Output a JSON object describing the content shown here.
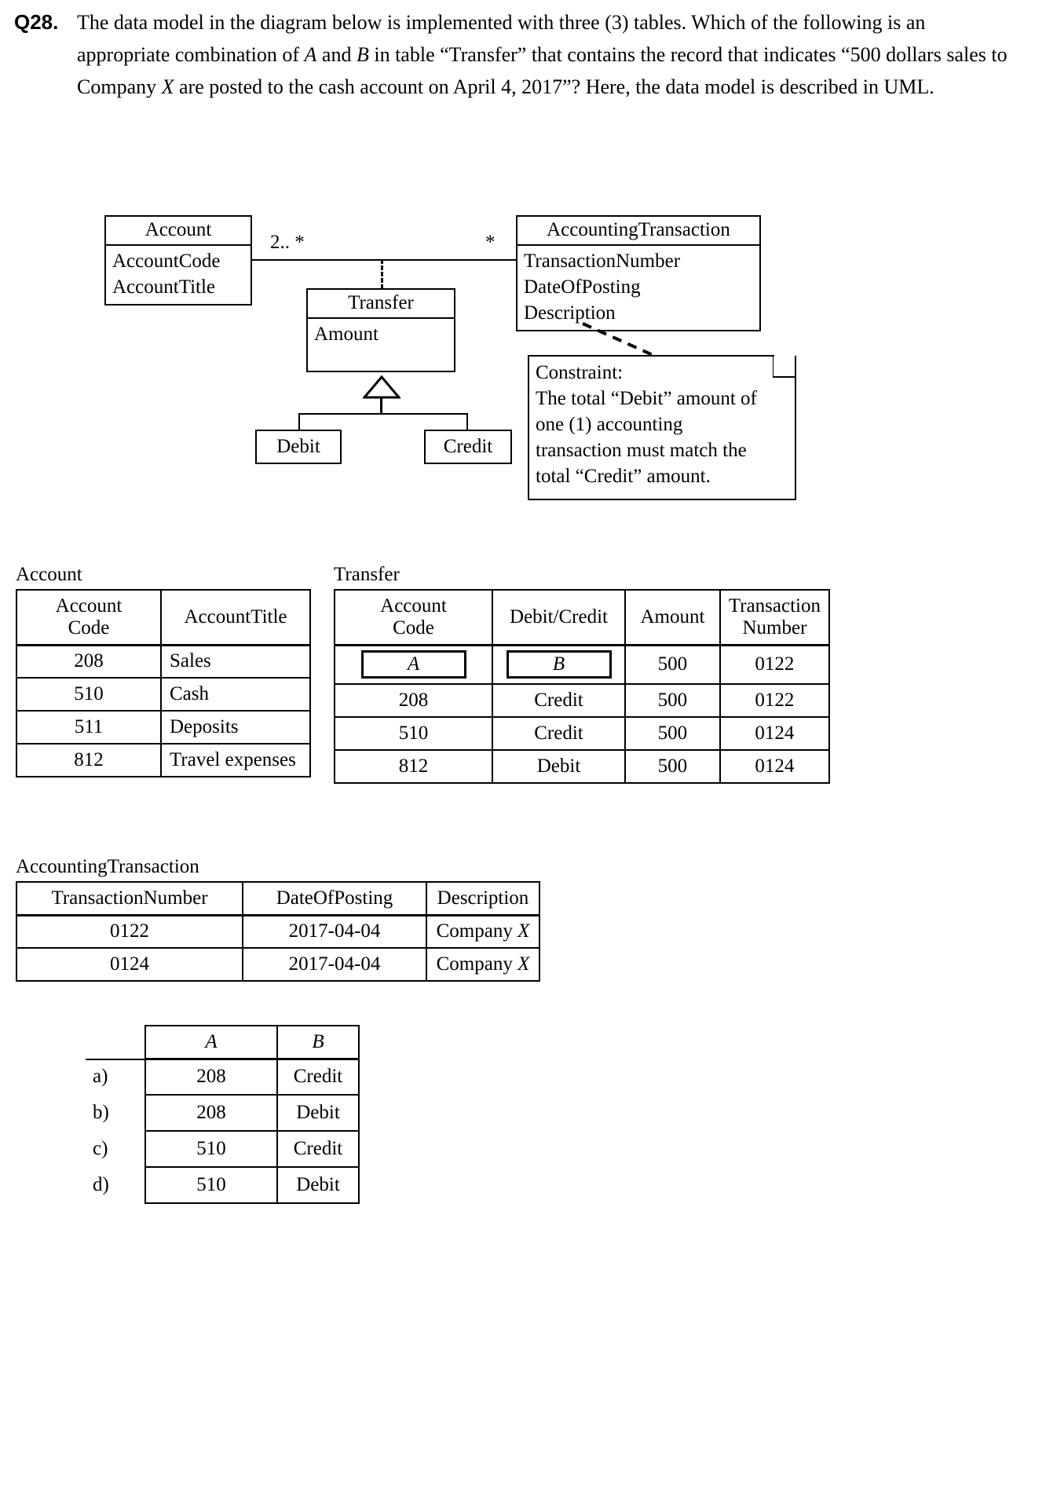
{
  "question": {
    "label": "Q28.",
    "line1_a": "The data model in the diagram below is implemented with three (3) tables. Which of the",
    "line2_a": "following is an appropriate combination of ",
    "line2_var1": "A",
    "line2_b": " and ",
    "line2_var2": "B",
    "line2_c": " in table “Transfer” that contains the",
    "line3_a": "record that indicates “500 dollars sales to Company ",
    "line3_var": "X",
    "line3_b": " are posted to the cash account on",
    "line4": "April 4, 2017”? Here, the data model is described in UML."
  },
  "uml": {
    "account": {
      "name": "Account",
      "attributes": [
        "AccountCode",
        "AccountTitle"
      ]
    },
    "transfer": {
      "name": "Transfer",
      "attributes": [
        "Amount"
      ]
    },
    "accounting_transaction": {
      "name": "AccountingTransaction",
      "attributes": [
        "TransactionNumber",
        "DateOfPosting",
        "Description"
      ]
    },
    "debit": {
      "name": "Debit"
    },
    "credit": {
      "name": "Credit"
    },
    "multiplicity_left": "2.. *",
    "multiplicity_right": "*",
    "note": {
      "line1": "Constraint:",
      "line2": " The total “Debit” amount of",
      "line3": "one (1) accounting",
      "line4": "transaction must match the",
      "line5": "total “Credit” amount."
    }
  },
  "tables": {
    "account": {
      "caption": "Account",
      "headers": [
        "Account\nCode",
        "AccountTitle"
      ],
      "header_line1": "Account",
      "header_line2": "Code",
      "header_title": "AccountTitle",
      "rows": [
        {
          "code": "208",
          "title": "Sales"
        },
        {
          "code": "510",
          "title": "Cash"
        },
        {
          "code": "511",
          "title": "Deposits"
        },
        {
          "code": "812",
          "title": "Travel expenses"
        }
      ]
    },
    "transfer": {
      "caption": "Transfer",
      "header_account_line1": "Account",
      "header_account_line2": "Code",
      "header_debit_credit": "Debit/Credit",
      "header_amount": "Amount",
      "header_txn_line1": "Transaction",
      "header_txn_line2": "Number",
      "rows": [
        {
          "code": "A",
          "code_is_var": true,
          "dc": "B",
          "dc_is_var": true,
          "amount": "500",
          "txn": "0122"
        },
        {
          "code": "208",
          "code_is_var": false,
          "dc": "Credit",
          "dc_is_var": false,
          "amount": "500",
          "txn": "0122"
        },
        {
          "code": "510",
          "code_is_var": false,
          "dc": "Credit",
          "dc_is_var": false,
          "amount": "500",
          "txn": "0124"
        },
        {
          "code": "812",
          "code_is_var": false,
          "dc": "Debit",
          "dc_is_var": false,
          "amount": "500",
          "txn": "0124"
        }
      ]
    },
    "accounting_transaction": {
      "caption": "AccountingTransaction",
      "header_number": "TransactionNumber",
      "header_date": "DateOfPosting",
      "header_desc": "Description",
      "rows": [
        {
          "number": "0122",
          "date": "2017-04-04",
          "desc_pre": "Company ",
          "desc_var": "X"
        },
        {
          "number": "0124",
          "date": "2017-04-04",
          "desc_pre": "Company ",
          "desc_var": "X"
        }
      ]
    },
    "choices": {
      "header_a": "A",
      "header_b": "B",
      "rows": [
        {
          "key": "a)",
          "a": "208",
          "b": "Credit"
        },
        {
          "key": "b)",
          "a": "208",
          "b": "Debit"
        },
        {
          "key": "c)",
          "a": "510",
          "b": "Credit"
        },
        {
          "key": "d)",
          "a": "510",
          "b": "Debit"
        }
      ]
    }
  }
}
